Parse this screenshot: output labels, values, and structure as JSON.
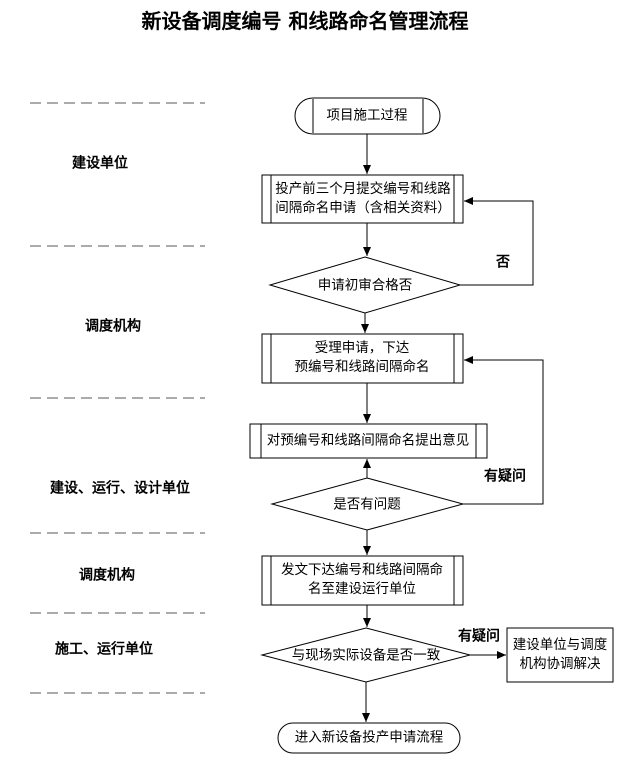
{
  "title": {
    "line1": "新设备调度编号",
    "line2": "和线路命名管理流程"
  },
  "lanes": [
    {
      "label": "建设单位"
    },
    {
      "label": "调度机构"
    },
    {
      "label": "建设、运行、设计单位"
    },
    {
      "label": "调度机构"
    },
    {
      "label": "施工、运行单位"
    }
  ],
  "nodes": {
    "start": "项目施工过程",
    "submit": {
      "line1": "投产前三个月提交编号和线路",
      "line2": "间隔命名申请（含相关资料）"
    },
    "initial_review": "申请初审合格否",
    "accept": {
      "line1": "受理申请，下达",
      "line2": "预编号和线路间隔命名"
    },
    "opinion": "对预编号和线路间隔命名提出意见",
    "has_problem": "是否有问题",
    "issue": {
      "line1": "发文下达编号和线路间隔命",
      "line2": "名至建设运行单位"
    },
    "consistent": "与现场实际设备是否一致",
    "coordinate": {
      "line1": "建设单位与调度",
      "line2": "机构协调解决"
    },
    "end": "进入新设备投产申请流程"
  },
  "edge_labels": {
    "no": "否",
    "doubt_upper": "有疑问",
    "doubt_lower": "有疑问"
  },
  "colors": {
    "stroke": "#000000",
    "lane_divider": "#8f8f8f",
    "text": "#000000",
    "background": "#ffffff"
  }
}
